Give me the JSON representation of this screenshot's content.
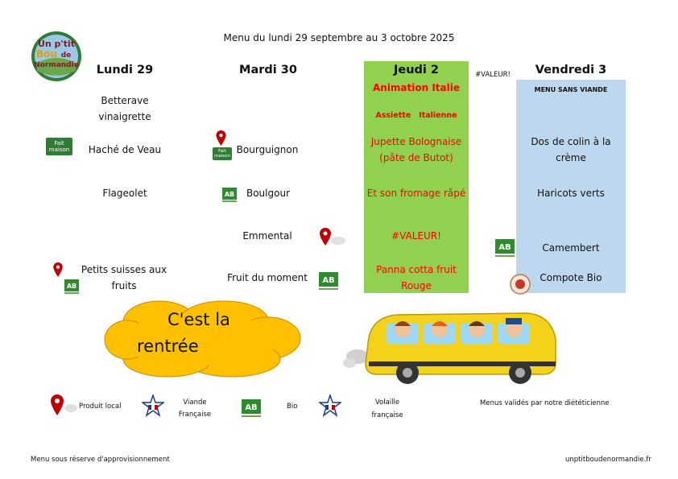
{
  "header": {
    "title": "Menu du lundi 29 septembre au 3 octobre 2025",
    "logo_text": [
      "Un p'tit",
      "Bou",
      "de",
      "Normandie"
    ]
  },
  "days": {
    "monday": "Lundi 29",
    "tuesday": "Mardi 30",
    "thursday": "Jeudi 2",
    "valeur_col": "#VALEUR!",
    "friday": "Vendredi 3"
  },
  "thursday_banner": {
    "theme": "Animation Italie",
    "starter": "Assiette   Italienne"
  },
  "friday_banner": "MENU SANS VIANDE",
  "badges": {
    "fait_maison": [
      "Fait",
      "maison"
    ]
  },
  "menu": {
    "monday": {
      "starter": [
        "Betterave",
        "vinaigrette"
      ],
      "main": "Haché de Veau",
      "side": "Flageolet",
      "dessert": [
        "Petits suisses aux",
        "fruits"
      ]
    },
    "tuesday": {
      "main": "Bourguignon",
      "side": "Boulgour",
      "cheese": "Emmental",
      "dessert": "Fruit du moment"
    },
    "thursday": {
      "main": [
        "Jupette Bolognaise",
        "(pâte de Butot)"
      ],
      "side": "Et son fromage râpé",
      "cheese": "#VALEUR!",
      "dessert": [
        "Panna cotta fruit",
        "Rouge"
      ]
    },
    "friday": {
      "main": [
        "Dos de colin à la",
        "crème"
      ],
      "side": "Haricots verts",
      "cheese": "Camembert",
      "dessert": "Compote Bio"
    }
  },
  "cloud": {
    "line1": "C'est la",
    "line2": "rentrée"
  },
  "legend": {
    "local": "Produit local",
    "viande": [
      "Viande",
      "Française"
    ],
    "bio": "Bio",
    "volaille": [
      "Volaille",
      "française"
    ],
    "dietician": "Menus validés par notre diététicienne"
  },
  "footer": {
    "left": "Menu sous réserve d'approvisionnement",
    "right": "unptitboudenormandie.fr"
  },
  "colors": {
    "thursday_column": "#92d050",
    "friday_column": "#bdd7ee",
    "cloud": "#ffc000",
    "red_text": "#ff0000",
    "bio_green": "#2e8b2e"
  }
}
